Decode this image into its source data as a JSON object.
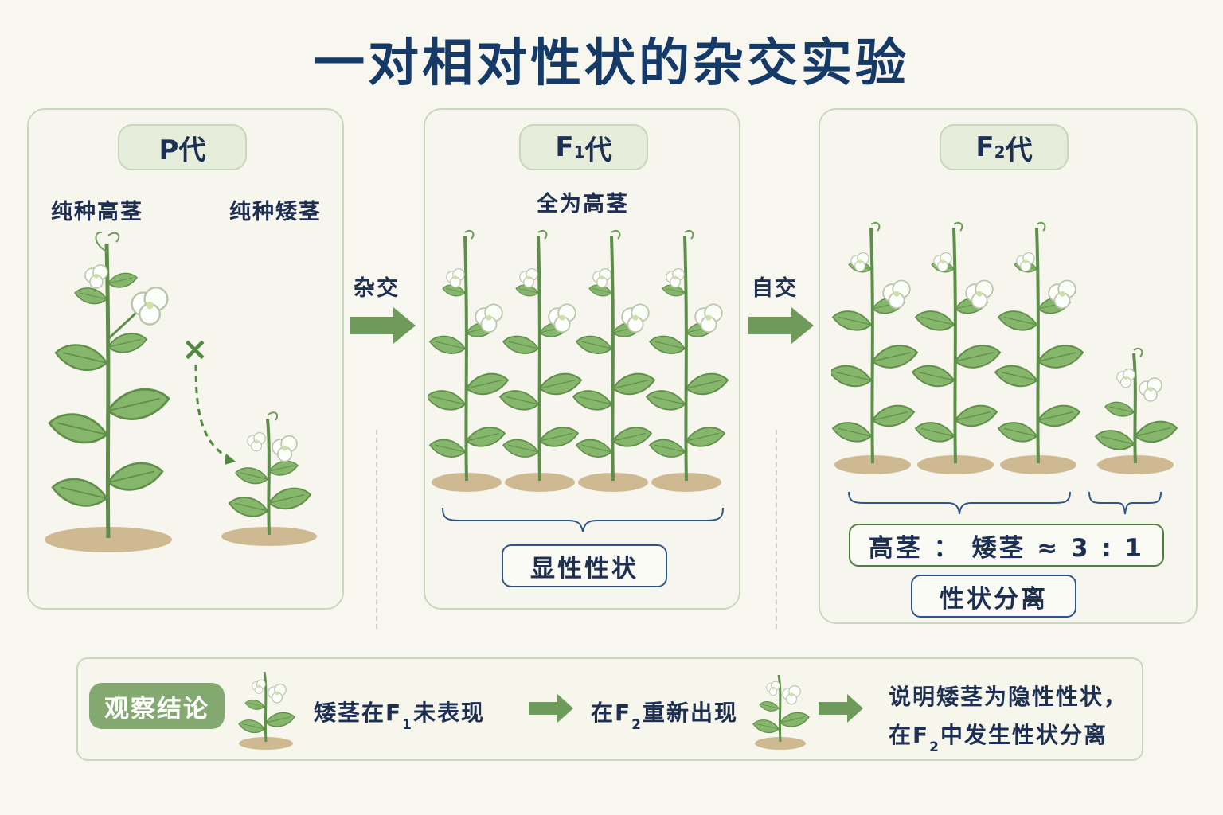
{
  "title": "一对相对性状的杂交实验",
  "panels": {
    "p": {
      "badge": "P代",
      "left_label": "纯种高茎",
      "right_label": "纯种矮茎",
      "cross_symbol": "×"
    },
    "f1": {
      "badge_base": "F",
      "badge_sub": "1",
      "badge_suffix": "代",
      "label": "全为高茎",
      "box": "显性性状"
    },
    "f2": {
      "badge_base": "F",
      "badge_sub": "2",
      "badge_suffix": "代",
      "ratio": "高茎 ： 矮茎  ≈  3 : 1",
      "box": "性状分离"
    }
  },
  "arrows": {
    "cross": "杂交",
    "self": "自交"
  },
  "conclusion": {
    "badge": "观察结论",
    "step1_pre": "矮茎在F",
    "step1_sub": "1",
    "step1_post": "未表现",
    "step2_pre": "在F",
    "step2_sub": "2",
    "step2_post": "重新出现",
    "line1": "说明矮茎为隐性性状，",
    "line2_pre": "在F",
    "line2_sub": "2",
    "line2_post": "中发生性状分离"
  },
  "colors": {
    "title": "#163a68",
    "text": "#1d2f52",
    "arrow_green": "#6e9b5a",
    "leaf": "#7fae67",
    "stem": "#5e8f4a",
    "soil": "#b59a6a",
    "box_blue": "#2e5585",
    "badge_green": "#83a970"
  }
}
